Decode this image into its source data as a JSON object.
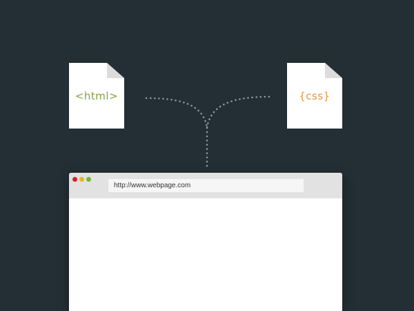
{
  "files": {
    "html": {
      "label": "<html>",
      "color": "#7fa33c"
    },
    "css": {
      "label": "{css}",
      "color": "#e8963a"
    }
  },
  "browser": {
    "url": "http://www.webpage.com",
    "buttons": {
      "close_color": "#e02020",
      "minimize_color": "#e8b81a",
      "maximize_color": "#78b532"
    }
  },
  "colors": {
    "background": "#232f35",
    "connector": "#8fa0a0"
  }
}
